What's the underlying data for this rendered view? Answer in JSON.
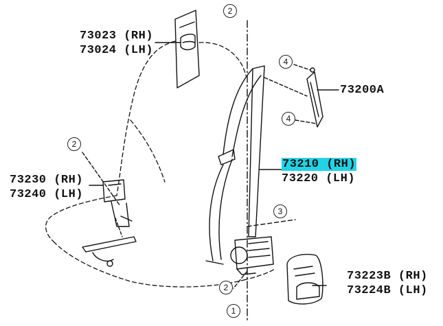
{
  "parts": {
    "retractor_cover_rh": "73023 (RH)",
    "retractor_cover_lh": "73024 (LH)",
    "anchor": "73200A",
    "belt_rh": "73210 (RH)",
    "belt_lh": "73220 (LH)",
    "buckle_rh": "73230 (RH)",
    "buckle_lh": "73240 (LH)",
    "cover_rh": "73223B (RH)",
    "cover_lh": "73224B (LH)"
  },
  "callouts": {
    "top": "2",
    "anchor_upper": "4",
    "anchor_lower": "4",
    "buckle": "2",
    "floor": "3",
    "bottom_upper": "2",
    "bottom_lower": "1"
  },
  "colors": {
    "highlight": "#22d3e6",
    "line": "#111111"
  }
}
